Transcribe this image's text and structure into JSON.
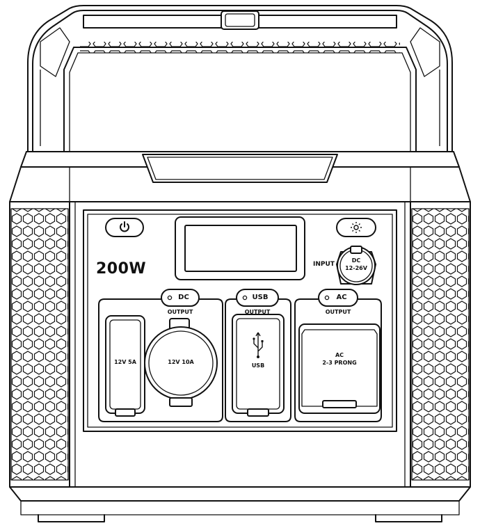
{
  "product": {
    "wattage": "200W"
  },
  "display_panel": {
    "input_label": "INPUT",
    "dc_input_label": "DC",
    "dc_input_voltage": "12-26V"
  },
  "dc_group": {
    "button_label": "DC",
    "output_label": "OUTPUT",
    "port_5a_label": "12V 5A",
    "port_10a_label": "12V 10A"
  },
  "usb_group": {
    "button_label": "USB",
    "output_label": "OUTPUT",
    "port_label": "USB"
  },
  "ac_group": {
    "button_label": "AC",
    "output_label": "OUTPUT",
    "outlet_line1": "AC",
    "outlet_line2": "2-3 PRONG"
  },
  "icons": {
    "power": "power-icon",
    "light": "light-icon",
    "usb": "usb-icon"
  },
  "colors": {
    "line": "#111111",
    "background": "#ffffff"
  }
}
